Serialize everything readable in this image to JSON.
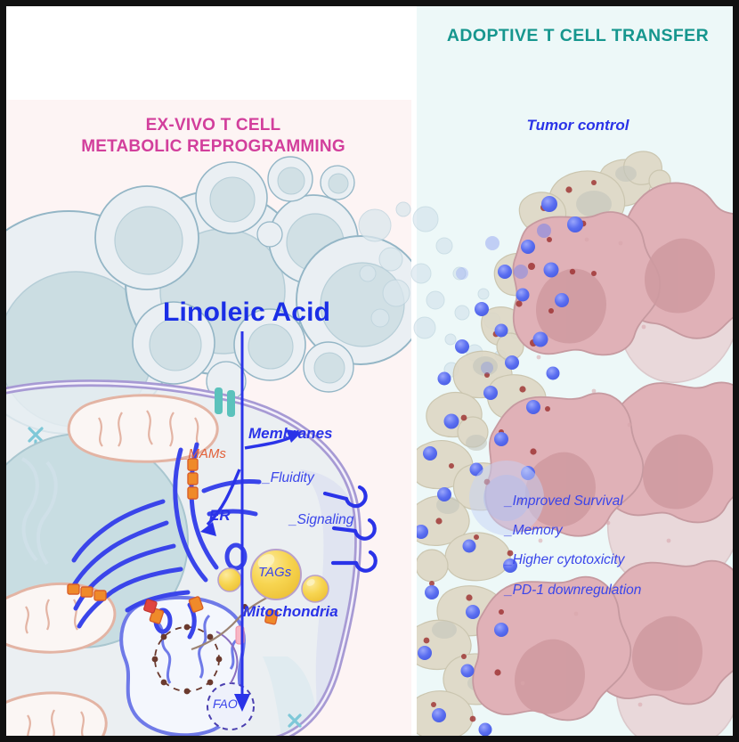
{
  "figure": {
    "kind": "graphical-abstract",
    "border_color": "#111111",
    "background": "#ffffff"
  },
  "panels": {
    "left": {
      "name": "ex-vivo-panel",
      "background": "#fdf4f4",
      "title_line1": "EX-VIVO T CELL",
      "title_line2": "METABOLIC REPROGRAMMING",
      "title_color": "#d23f9c"
    },
    "right": {
      "name": "adoptive-transfer-panel",
      "background": "#edf8f8",
      "title": "ADOPTIVE T CELL TRANSFER",
      "title_color": "#16968e",
      "subtitle": "Tumor control",
      "subtitle_color": "#2a33e8"
    }
  },
  "left_panel_labels": {
    "linoleic_acid": "Linoleic Acid",
    "membranes": "Membranes",
    "fluidity": "_Fluidity",
    "signaling": "_Signaling",
    "mams": "_MAMs",
    "er": "ER",
    "tags": "TAGs",
    "mitochondria": "Mitochondria",
    "fao": "FAO"
  },
  "right_panel_benefits": [
    "_Improved Survival",
    "_Memory",
    "_Higher cytotoxicity",
    "_PD-1 downregulation"
  ],
  "colors": {
    "linoleic_acid_blue": "#1a2ee6",
    "label_blue": "#3a45ea",
    "mams_orange": "#e2613a",
    "magenta_title": "#d23f9c",
    "teal_title": "#16968e",
    "tcell_fill": "#e8eef2",
    "tcell_nucleus": "#c3dae0",
    "tcell_stroke": "#8fb3c4",
    "membrane_purple": "#a79ad4",
    "cytoplasm_purple": "#9a8ce6",
    "er_blue": "#3a45ea",
    "mito_salmon": "#e9c7bb",
    "lipid_yellow": "#f6d34e",
    "tumor_pink": "#e2b5b9",
    "tumor_nucleus": "#cf9aa0",
    "dying_cell_beige": "#ded8c6",
    "tcell_dot_blue": "#5a6ef0",
    "debris_red": "#9c2e2e",
    "channel_teal": "#5bc2bc"
  }
}
